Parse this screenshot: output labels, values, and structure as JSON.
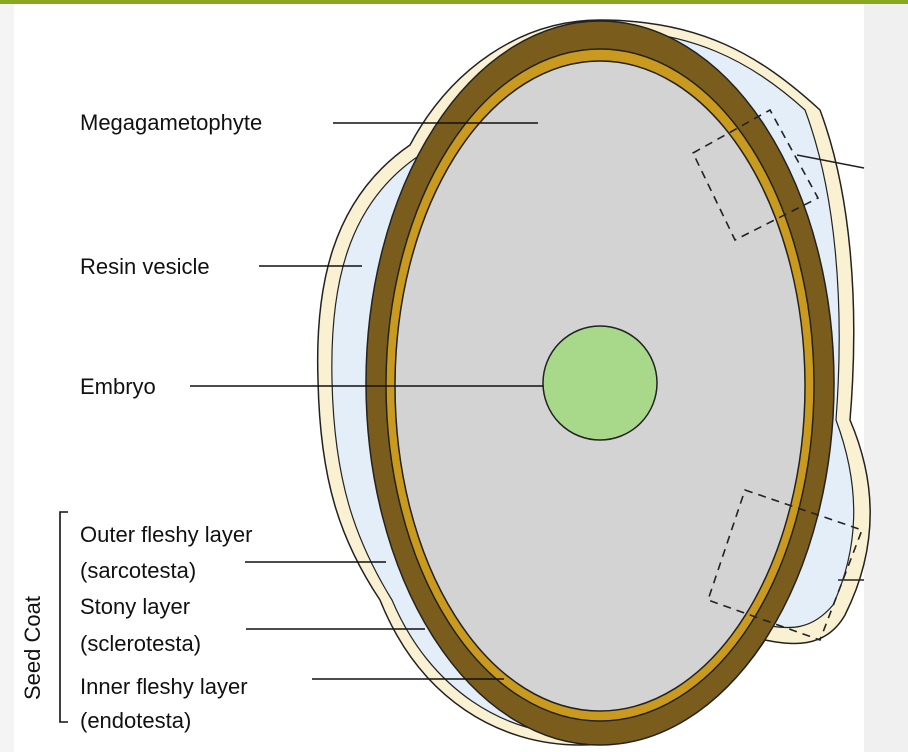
{
  "labels": {
    "megagametophyte": "Megagametophyte",
    "resin_vesicle": "Resin vesicle",
    "embryo": "Embryo",
    "outer_line1": "Outer fleshy layer",
    "outer_line2": "(sarcotesta)",
    "stony_line1": "Stony layer",
    "stony_line2": "(sclerotesta)",
    "inner_line1": "Inner fleshy layer",
    "inner_line2": "(endotesta)",
    "seed_coat": "Seed Coat"
  },
  "colors": {
    "outer_flesh": "#f9f1d2",
    "resin": "#e3eef9",
    "stony": "#7a5d1c",
    "inner_ring": "#c99a1e",
    "gametophyte": "#d3d3d3",
    "embryo": "#a8d98a",
    "accent_bar": "#8aa81e"
  }
}
